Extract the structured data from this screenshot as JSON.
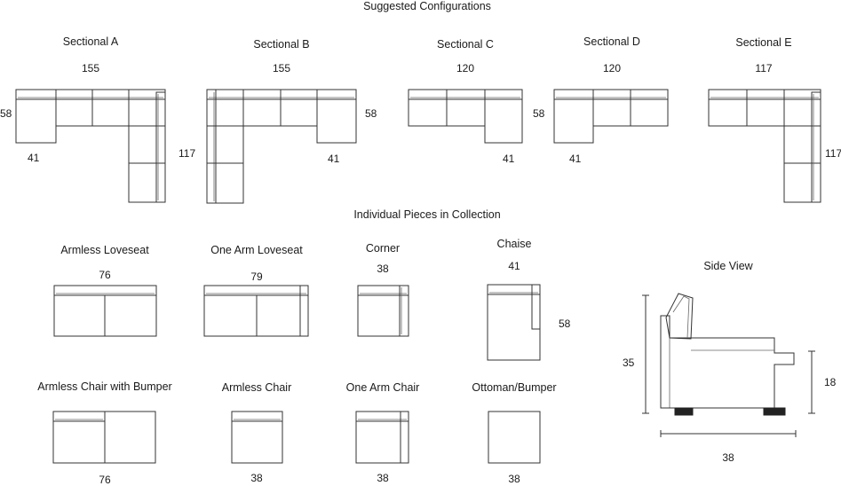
{
  "headings": {
    "suggested": "Suggested Configurations",
    "individual": "Individual Pieces in Collection"
  },
  "sectionals": [
    {
      "name": "Sectional A",
      "width": "155",
      "depth": "58",
      "arm": "41",
      "side": "117"
    },
    {
      "name": "Sectional B",
      "width": "155",
      "depth": "58",
      "arm": "41"
    },
    {
      "name": "Sectional C",
      "width": "120",
      "depth": "58",
      "arm": "41"
    },
    {
      "name": "Sectional D",
      "width": "120",
      "arm": "41"
    },
    {
      "name": "Sectional E",
      "width": "117",
      "side": "117"
    }
  ],
  "pieces": [
    {
      "name": "Armless Loveseat",
      "dim": "76"
    },
    {
      "name": "One Arm Loveseat",
      "dim": "79"
    },
    {
      "name": "Corner",
      "dim": "38"
    },
    {
      "name": "Chaise",
      "dim": "41",
      "depth": "58"
    },
    {
      "name": "Armless Chair with Bumper",
      "dim": "76"
    },
    {
      "name": "Armless Chair",
      "dim": "38"
    },
    {
      "name": "One Arm Chair",
      "dim": "38"
    },
    {
      "name": "Ottoman/Bumper",
      "dim": "38"
    }
  ],
  "side_view": {
    "title": "Side View",
    "height": "35",
    "seat_height": "18",
    "depth": "38"
  }
}
